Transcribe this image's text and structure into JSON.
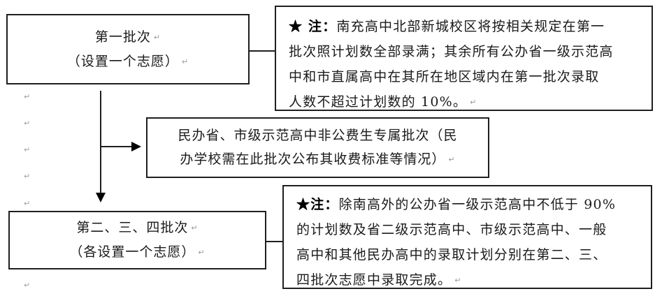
{
  "batch1": {
    "title": "第一批次",
    "subtitle": "（设置一个志愿）"
  },
  "note1": {
    "prefix": "★ 注：",
    "lines": [
      "南充高中北部新城校区将按相关规定在第一",
      "批次照计划数全部录满；其余所有公办省一级示范高",
      "中和市直属高中在其所在地区域内在第一批次录取",
      "人数不超过计划数的 10%。"
    ]
  },
  "private_batch": {
    "lines": [
      "民办省、市级示范高中非公费生专属批次（民",
      "办学校需在此批次公布其收费标准等情况）"
    ]
  },
  "batch234": {
    "title": "第二、三、四批次",
    "subtitle": "（各设置一个志愿）"
  },
  "note2": {
    "prefix": "★注：",
    "lines": [
      "除南高外的公办省一级示范高中不低于 90%",
      "的计划数及省二级示范高中、市级示范高中、一般",
      "高中和其他民办高中的录取计划分别在第二、三、",
      "四批次志愿中录取完成。"
    ]
  },
  "paragraph_mark": "↵"
}
